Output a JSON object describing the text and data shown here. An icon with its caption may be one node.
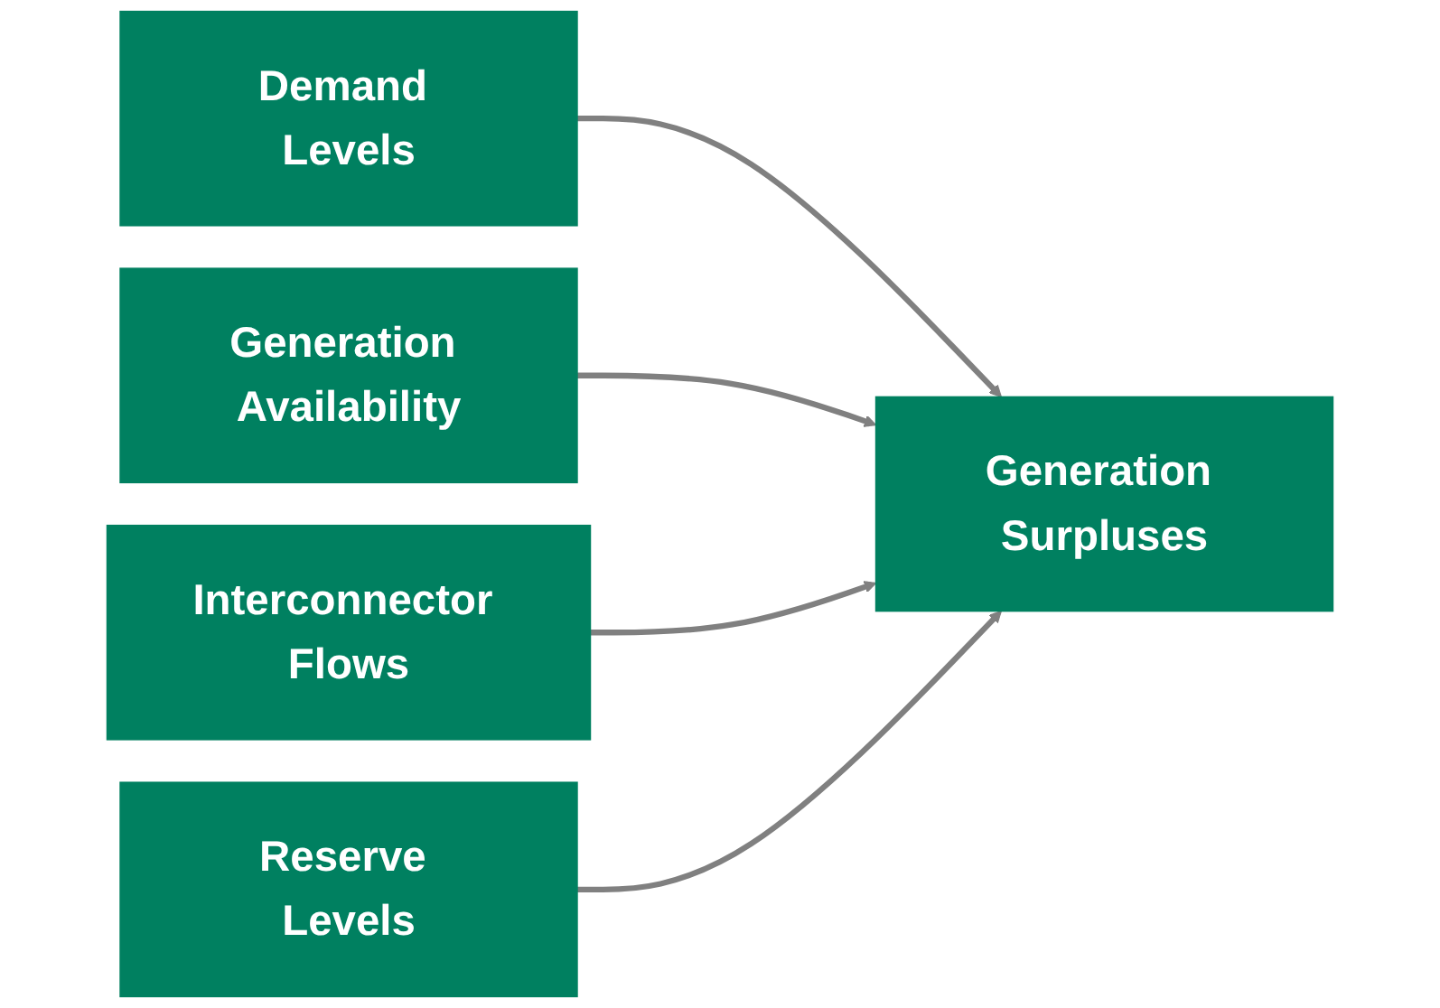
{
  "diagram": {
    "nodes": [
      {
        "text": [
          "Demand Levels"
        ]
      },
      {
        "text": [
          "Generation Availability"
        ]
      },
      {
        "text": [
          "Interconnector Flows"
        ]
      },
      {
        "text": [
          "Reserve Levels"
        ]
      },
      {
        "text": [
          "Generation Surpluses"
        ]
      }
    ],
    "edges": [
      {
        "from": 0,
        "to": 4,
        "arrow": "to"
      },
      {
        "from": 1,
        "to": 4,
        "arrow": "to"
      },
      {
        "from": 2,
        "to": 4,
        "arrow": "to"
      },
      {
        "from": 3,
        "to": 4,
        "arrow": "to"
      }
    ]
  }
}
